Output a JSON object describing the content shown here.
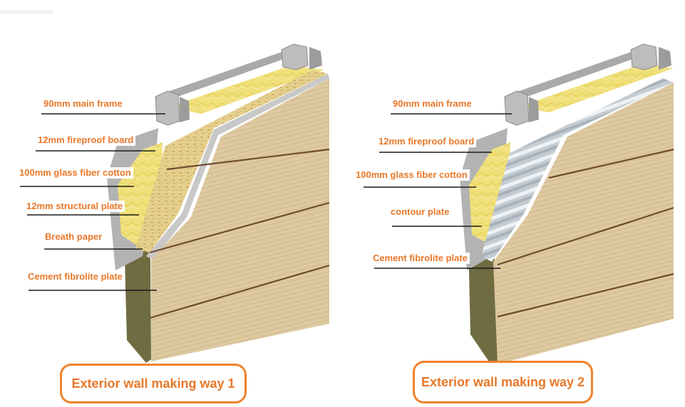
{
  "diagrams": [
    {
      "caption": "Exterior wall making way 1",
      "layers": [
        "90mm main frame",
        "12mm fireproof board",
        "100mm glass fiber cotton",
        "12mm structural plate",
        "Breath paper",
        "Cement fibrolite plate"
      ]
    },
    {
      "caption": "Exterior wall making way 2",
      "layers": [
        "90mm main frame",
        "12mm fireproof board",
        "100mm glass fiber cotton",
        "contour plate",
        "Cement fibrolite plate"
      ]
    }
  ],
  "colors": {
    "label": "#e8782a",
    "caption_border": "#f0822b",
    "wood": "#d8c29a",
    "wood_dark": "#6e4b30",
    "insulation": "#f0e07a",
    "steel": "#b8b8b8",
    "osb": "#e3cc8a",
    "corrugated": "#c9d0d6",
    "side_dark": "#7a7648"
  }
}
